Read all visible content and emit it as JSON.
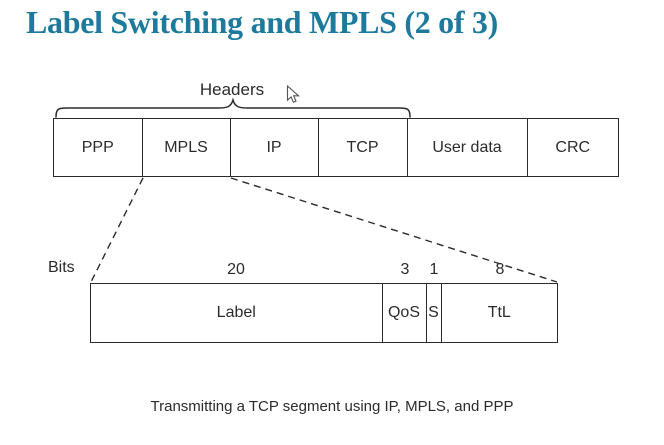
{
  "title": "Label Switching and MPLS (2 of 3)",
  "colors": {
    "title_accent": "#1d7a9c",
    "diagram_line": "#2b2b2b",
    "background": "#ffffff"
  },
  "diagram": {
    "headers_label": "Headers",
    "bits_label": "Bits",
    "packet_fields": [
      "PPP",
      "MPLS",
      "IP",
      "TCP",
      "User data",
      "CRC"
    ],
    "mpls_header_fields": [
      {
        "bits": "20",
        "label": "Label"
      },
      {
        "bits": "3",
        "label": "QoS"
      },
      {
        "bits": "1",
        "label": "S"
      },
      {
        "bits": "8",
        "label": "TtL"
      }
    ]
  },
  "caption": "Transmitting a TCP segment using IP, MPLS, and PPP"
}
